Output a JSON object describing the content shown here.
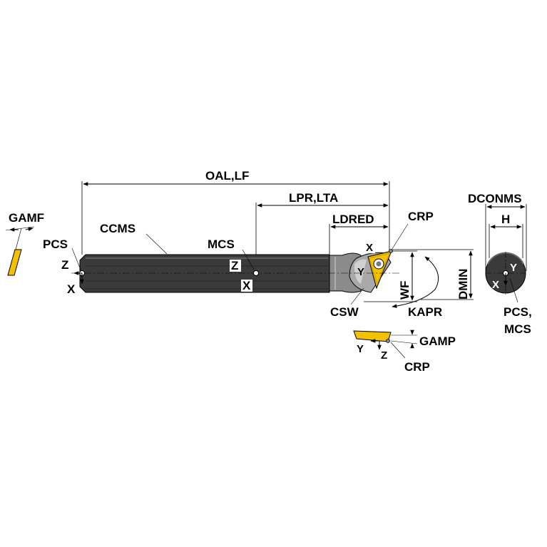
{
  "colors": {
    "body": "#3a3a3a",
    "body_dark": "#262626",
    "body_light": "#6a6a6a",
    "neck": "#8b8b8b",
    "neck_light": "#bcbcbc",
    "insert": "#f2c200",
    "insert_dark": "#c89c00",
    "line": "#000000",
    "background": "#ffffff"
  },
  "labels": {
    "gamf": "GAMF",
    "pcs_left": "PCS",
    "ccms": "CCMS",
    "mcs": "MCS",
    "oal_lf": "OAL,LF",
    "lpr_lta": "LPR,LTA",
    "ldred": "LDRED",
    "crp_top": "CRP",
    "dconms": "DCONMS",
    "h": "H",
    "dmin": "DMIN",
    "wf": "WF",
    "kapr": "KAPR",
    "csw": "CSW",
    "gamp": "GAMP",
    "crp_bottom": "CRP",
    "pcs_mcs_line1": "PCS,",
    "pcs_mcs_line2": "MCS",
    "axis_x": "X",
    "axis_y": "Y",
    "axis_z": "Z"
  }
}
